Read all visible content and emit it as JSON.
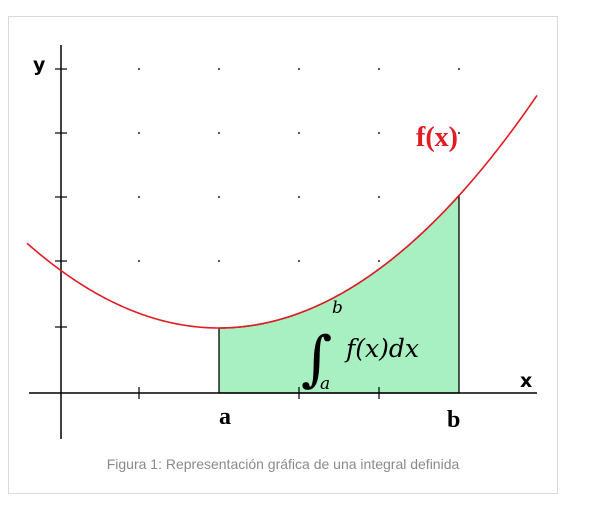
{
  "axes": {
    "y_label": "y",
    "x_label": "x"
  },
  "curve": {
    "label": "f(x)",
    "color": "#e31b23"
  },
  "bounds": {
    "lower": "a",
    "upper": "b"
  },
  "integral": {
    "symbol": "∫",
    "upper_limit": "b",
    "lower_limit": "a",
    "integrand": "f(x)dx"
  },
  "fill_color": "#a8efc2",
  "caption": "Figura 1: Representación gráfica de una integral definida"
}
